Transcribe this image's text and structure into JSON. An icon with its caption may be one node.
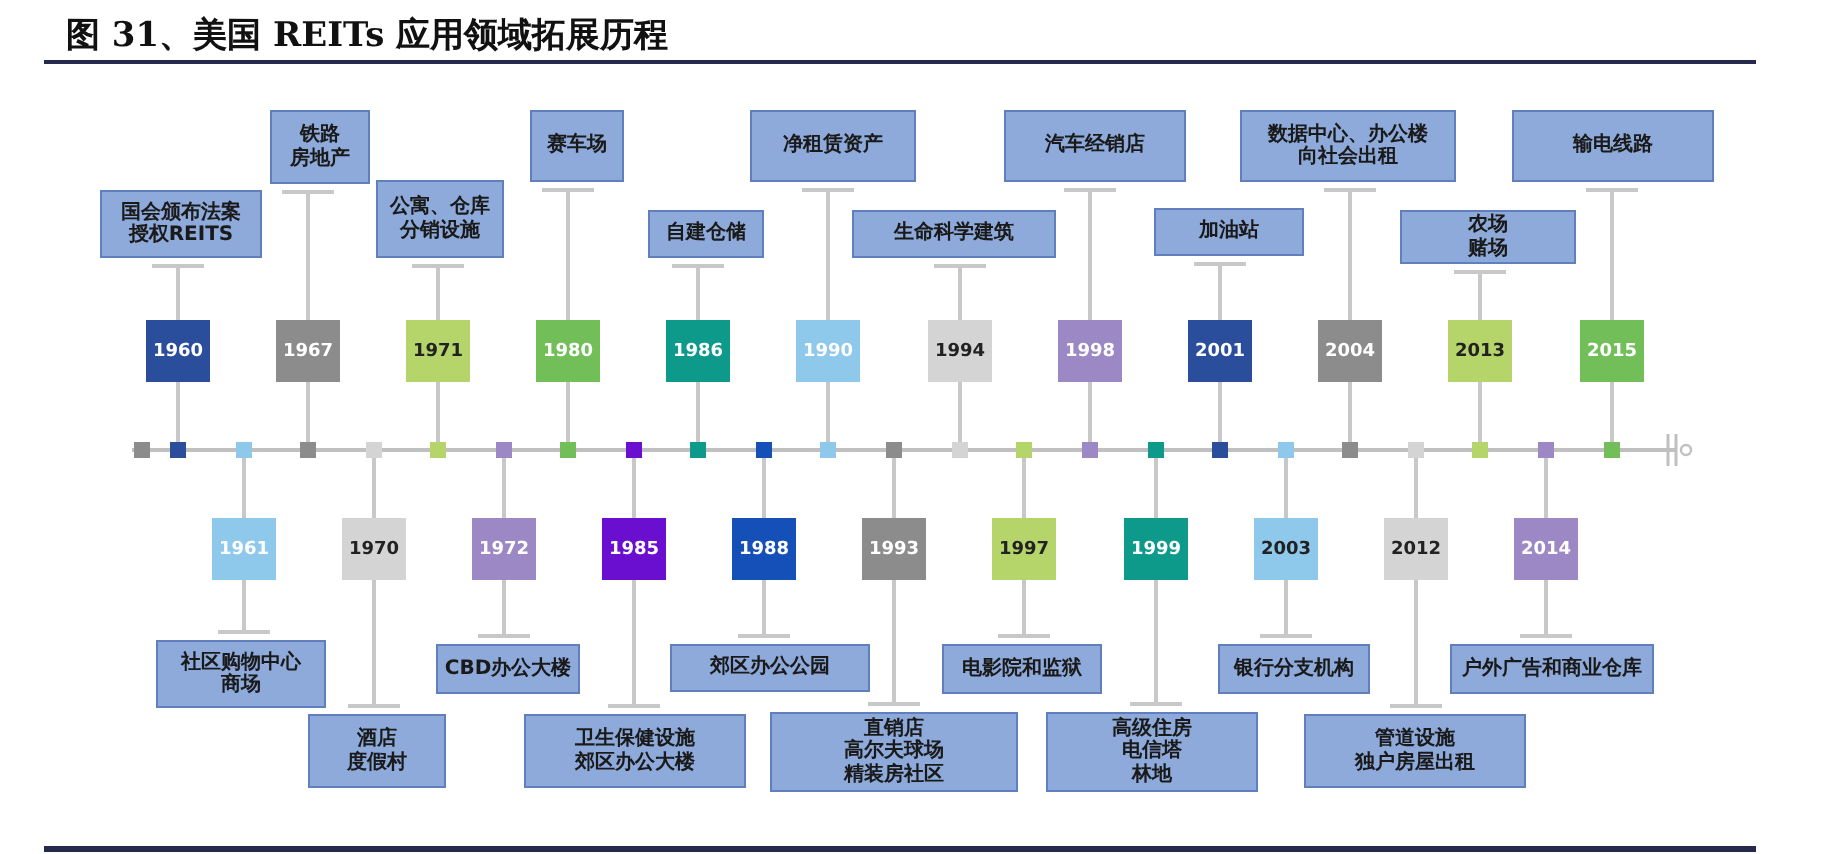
{
  "diagram": {
    "title": "图 31、美国 REITs 应用领域拓展历程",
    "nodes": [
      {
        "text": [
          "1960"
        ]
      },
      {
        "text": [
          "国会颁布法案授权REITS"
        ]
      },
      {
        "text": [
          "1961"
        ]
      },
      {
        "text": [
          "社区购物中心商场"
        ]
      },
      {
        "text": [
          "1967"
        ]
      },
      {
        "text": [
          "铁路房地产"
        ]
      },
      {
        "text": [
          "1970"
        ]
      },
      {
        "text": [
          "酒店度假村"
        ]
      },
      {
        "text": [
          "1971"
        ]
      },
      {
        "text": [
          "公寓、仓库分销设施"
        ]
      },
      {
        "text": [
          "1972"
        ]
      },
      {
        "text": [
          "CBD办公大楼"
        ]
      },
      {
        "text": [
          "1980"
        ]
      },
      {
        "text": [
          "赛车场"
        ]
      },
      {
        "text": [
          "1985"
        ]
      },
      {
        "text": [
          "卫生保健设施郊区办公大楼"
        ]
      },
      {
        "text": [
          "1986"
        ]
      },
      {
        "text": [
          "自建仓储"
        ]
      },
      {
        "text": [
          "1988"
        ]
      },
      {
        "text": [
          "郊区办公公园"
        ]
      },
      {
        "text": [
          "1990"
        ]
      },
      {
        "text": [
          "净租赁资产"
        ]
      },
      {
        "text": [
          "1993"
        ]
      },
      {
        "text": [
          "直销店高尔夫球场精装房社区"
        ]
      },
      {
        "text": [
          "1994"
        ]
      },
      {
        "text": [
          "生命科学建筑"
        ]
      },
      {
        "text": [
          "1997"
        ]
      },
      {
        "text": [
          "电影院和监狱"
        ]
      },
      {
        "text": [
          "1998"
        ]
      },
      {
        "text": [
          "汽车经销店"
        ]
      },
      {
        "text": [
          "1999"
        ]
      },
      {
        "text": [
          "高级住房电信塔林地"
        ]
      },
      {
        "text": [
          "2001"
        ]
      },
      {
        "text": [
          "加油站"
        ]
      },
      {
        "text": [
          "2003"
        ]
      },
      {
        "text": [
          "银行分支机构"
        ]
      },
      {
        "text": [
          "2004"
        ]
      },
      {
        "text": [
          "数据中心、办公楼向社会出租"
        ]
      },
      {
        "text": [
          "2012"
        ]
      },
      {
        "text": [
          "管道设施独户房屋出租"
        ]
      },
      {
        "text": [
          "2013"
        ]
      },
      {
        "text": [
          "农场赌场"
        ]
      },
      {
        "text": [
          "2014"
        ]
      },
      {
        "text": [
          "户外广告和商业仓库"
        ]
      },
      {
        "text": [
          "2015"
        ]
      },
      {
        "text": [
          "输电线路"
        ]
      }
    ],
    "edges": [
      {
        "from": 0,
        "to": 1,
        "arrow": "other"
      },
      {
        "from": 2,
        "to": 3,
        "arrow": "other"
      },
      {
        "from": 4,
        "to": 5,
        "arrow": "other"
      },
      {
        "from": 6,
        "to": 7,
        "arrow": "other"
      },
      {
        "from": 8,
        "to": 9,
        "arrow": "other"
      },
      {
        "from": 10,
        "to": 11,
        "arrow": "other"
      },
      {
        "from": 12,
        "to": 13,
        "arrow": "other"
      },
      {
        "from": 14,
        "to": 15,
        "arrow": "other"
      },
      {
        "from": 16,
        "to": 17,
        "arrow": "other"
      },
      {
        "from": 18,
        "to": 19,
        "arrow": "other"
      },
      {
        "from": 20,
        "to": 21,
        "arrow": "other"
      },
      {
        "from": 22,
        "to": 23,
        "arrow": "other"
      },
      {
        "from": 24,
        "to": 25,
        "arrow": "other"
      },
      {
        "from": 26,
        "to": 27,
        "arrow": "other"
      },
      {
        "from": 28,
        "to": 29,
        "arrow": "other"
      },
      {
        "from": 30,
        "to": 31,
        "arrow": "other"
      },
      {
        "from": 32,
        "to": 33,
        "arrow": "other"
      },
      {
        "from": 34,
        "to": 35,
        "arrow": "other"
      },
      {
        "from": 36,
        "to": 37,
        "arrow": "other"
      },
      {
        "from": 38,
        "to": 39,
        "arrow": "other"
      },
      {
        "from": 40,
        "to": 41,
        "arrow": "other"
      },
      {
        "from": 42,
        "to": 43,
        "arrow": "other"
      },
      {
        "from": 44,
        "to": 45,
        "arrow": "other"
      }
    ]
  }
}
